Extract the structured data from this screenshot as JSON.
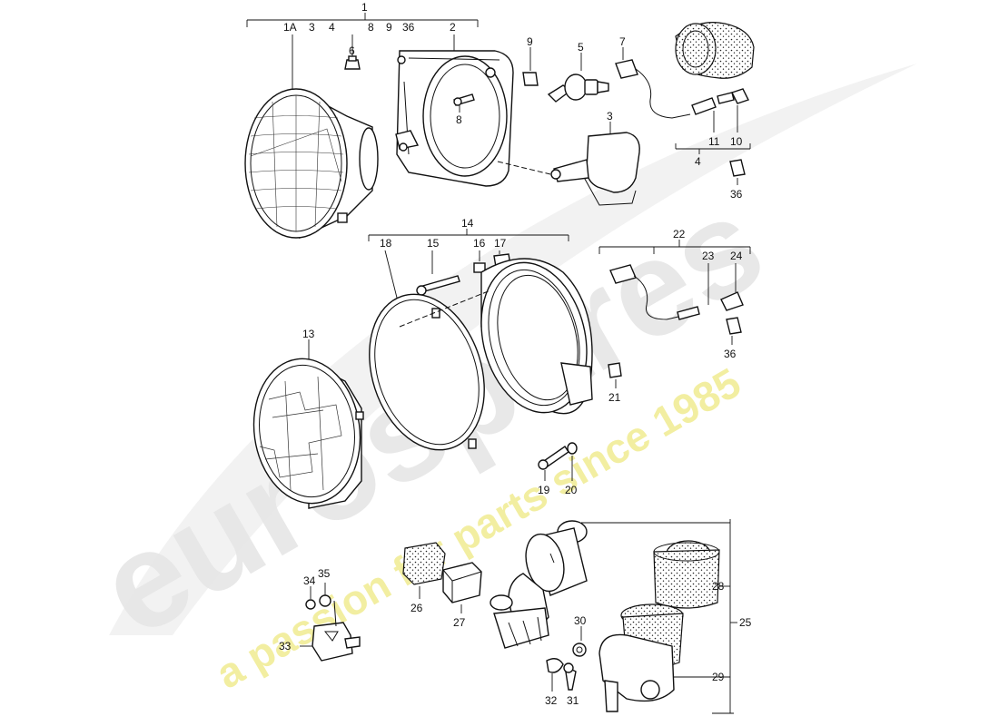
{
  "watermark": {
    "logo_word": "eurospares",
    "tagline": "a passion for parts since 1985",
    "logo_color": "#e6e6e6",
    "tagline_color": "#f2ee9c"
  },
  "callouts": {
    "c1": "1",
    "c1A": "1A",
    "c3top": "3",
    "c4top": "4",
    "c8top": "8",
    "c9top": "9",
    "c36top": "36",
    "c2": "2",
    "c6": "6",
    "c9": "9",
    "c5": "5",
    "c7": "7",
    "c8": "8",
    "c3": "3",
    "c11": "11",
    "c10": "10",
    "c4": "4",
    "c36a": "36",
    "c14": "14",
    "c18": "18",
    "c15": "15",
    "c16": "16",
    "c17": "17",
    "c22": "22",
    "c23": "23",
    "c24": "24",
    "c36b": "36",
    "c13": "13",
    "c21": "21",
    "c19": "19",
    "c20": "20",
    "c34": "34",
    "c35": "35",
    "c33": "33",
    "c26": "26",
    "c27": "27",
    "c28": "28",
    "c25": "25",
    "c30": "30",
    "c29": "29",
    "c32": "32",
    "c31": "31"
  }
}
